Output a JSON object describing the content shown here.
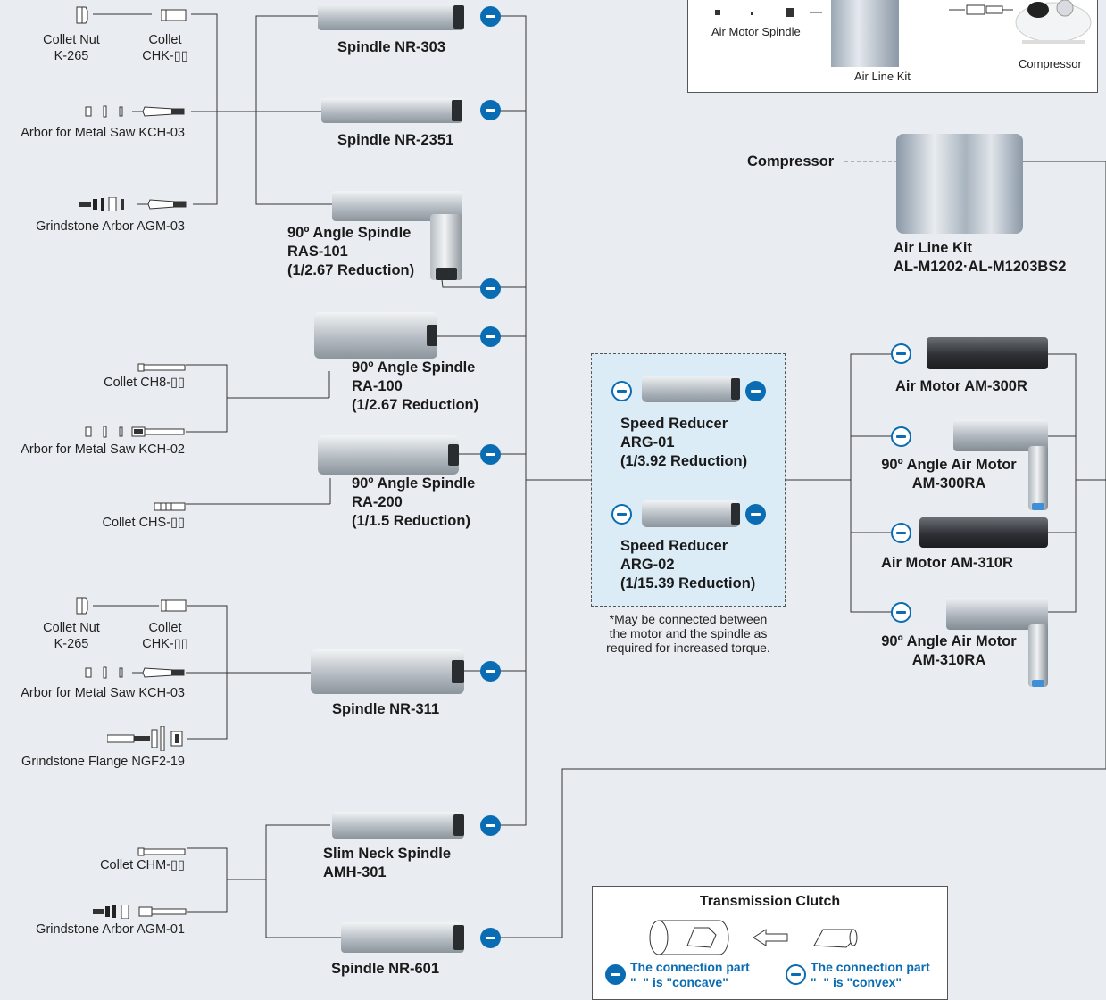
{
  "system_box": {
    "air_motor_spindle": "Air Motor Spindle",
    "air_line_kit": "Air Line Kit",
    "compressor": "Compressor"
  },
  "spindles": {
    "nr303": "Spindle NR-303",
    "nr2351": "Spindle NR-2351",
    "ras101": [
      "90º Angle Spindle",
      "RAS-101",
      "(1/2.67 Reduction)"
    ],
    "ra100": [
      "90º Angle Spindle",
      "RA-100",
      "(1/2.67 Reduction)"
    ],
    "ra200": [
      "90º Angle Spindle",
      "RA-200",
      "(1/1.5 Reduction)"
    ],
    "nr311": "Spindle NR-311",
    "amh301": [
      "Slim Neck Spindle",
      "AMH-301"
    ],
    "nr601": "Spindle NR-601"
  },
  "accessories": {
    "collet_nut_k265": [
      "Collet Nut",
      "K-265"
    ],
    "collet_chk": [
      "Collet",
      "CHK-▯▯"
    ],
    "arbor_kch03": "Arbor for Metal Saw  KCH-03",
    "grindstone_agm03": "Grindstone Arbor  AGM-03",
    "collet_ch8": "Collet  CH8-▯▯",
    "arbor_kch02": "Arbor for Metal Saw  KCH-02",
    "collet_chs": "Collet  CHS-▯▯",
    "collet_nut_k265_b": [
      "Collet Nut",
      "K-265"
    ],
    "collet_chk_b": [
      "Collet",
      "CHK-▯▯"
    ],
    "arbor_kch03_b": "Arbor for Metal Saw  KCH-03",
    "flange_ngf219": "Grindstone Flange  NGF2-19",
    "collet_chm": "Collet  CHM-▯▯",
    "grindstone_agm01": "Grindstone Arbor  AGM-01"
  },
  "reducers": {
    "arg01": [
      "Speed Reducer",
      "ARG-01",
      "(1/3.92 Reduction)"
    ],
    "arg02": [
      "Speed Reducer",
      "ARG-02",
      "(1/15.39 Reduction)"
    ],
    "note": [
      "*May be connected between",
      "the motor and the spindle as",
      "required for increased torque."
    ]
  },
  "motors": {
    "am300r": "Air Motor   AM-300R",
    "am300ra": [
      "90º Angle Air Motor",
      "AM-300RA"
    ],
    "am310r": "Air Motor   AM-310R",
    "am310ra": [
      "90º Angle Air Motor",
      "AM-310RA"
    ]
  },
  "air_supply": {
    "compressor": "Compressor",
    "air_line_kit": [
      "Air Line Kit",
      "AL-M1202·AL-M1203BS2"
    ]
  },
  "clutch": {
    "title": "Transmission Clutch",
    "concave": [
      "The connection part",
      "\"_\" is \"concave\""
    ],
    "convex": [
      "The connection part",
      "\"_\" is \"convex\""
    ]
  },
  "colors": {
    "background": "#e9edf1",
    "accent_blue": "#0a6cb3",
    "reducer_fill": "#dcecf6"
  }
}
